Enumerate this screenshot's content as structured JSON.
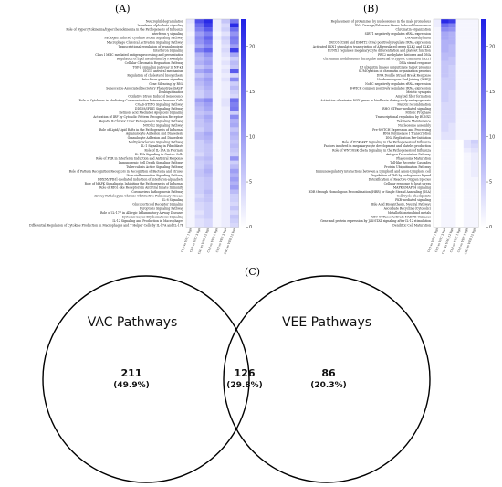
{
  "panels": {
    "a": "(A)",
    "b": "(B)",
    "c": "(C)"
  },
  "chart_data": [
    {
      "type": "heatmap",
      "panel": "(A)",
      "rows": [
        "Neutrophil degranulation",
        "Interferon alpha/beta signaling",
        "Role of Hypercytokinemia/hyperchemokinemia in the Pathogenesis of Influenza",
        "Interferon γ signaling",
        "Pathogen Induced Cytokine Storm Signaling Pathway",
        "Macrophage Classical Activation Signaling Pathway",
        "Transcriptional regulation of granulopoiesis",
        "Interferon Signaling",
        "Class I MHC mediated antigen processing and presentation",
        "Regulation of lipid metabolism by PPARalpha",
        "Cellular Chromatin Regulation Pathway",
        "TGF-β signaling pathway in NF-κB",
        "ISG15 antiviral mechanism",
        "Regulation of cholesterol biosynthesis",
        "Interferon gamma signaling",
        "Gene Silencing by RNA",
        "Senescence-Associated Secretory Phenotype (SASP)",
        "Deubiquitination",
        "Oxidative Stress Induced Senescence",
        "Role of Cytokines in Mediating Communication between Immune Cells",
        "CGAS-STING Signaling Pathway",
        "DDX58/IFIH1 Signaling Pathway",
        "Retinoic acid Mediated Apoptosis Signaling",
        "Activation of IRF by Cytosolic Pattern Recognition Receptors",
        "Hepatic B Chronic Liver Pathogenesis Signaling Pathway",
        "NOD1/2 Signaling Pathway",
        "Role of Lipid/Lipid Rafts in the Pathogenesis of Influenza",
        "Agranulocyte Adhesion and Diapedesis",
        "Granulocyte Adhesion and Diapedesis",
        "Multiple Sclerosis Signaling Pathway",
        "IL-1 Signaling in Fibroblasts",
        "Role of IL-17A in Psoriasis",
        "IL-17A Signaling in Gastric Cells",
        "Role of PKR in Interferon Induction and Antiviral Response",
        "Immunogenic Cell Death Signaling Pathway",
        "Tuberculosis Active Signaling Pathway",
        "Role of Pattern Recognition Receptors in Recognition of Bacteria and Viruses",
        "Neuroinflammation Signaling Pathway",
        "DDX58/IFIH1-mediated induction of interferon-alpha/beta",
        "Role of MAPK Signaling in Inhibiting the Pathogenesis of Influenza",
        "Role of RIG1-like Receptors in Antiviral Innate Immunity",
        "Coronavirus Pathogenesis Pathway",
        "Airway Pathology in Chronic Obstructive Pulmonary Disease",
        "IL-8 Signaling",
        "Glucocorticoid Receptor Signaling",
        "Pyroptosis Signaling Pathway",
        "Role of IL-17F in Allergic Inflammatory Airway Diseases",
        "Systemic Lupus Erythematosus Signaling",
        "IL-12 Signaling and Production in Macrophages",
        "Differential Regulation of Cytokine Production in Macrophages and T Helper Cells by IL-17A and IL-17F"
      ],
      "columns": [
        "Ctrl vs VAC 1 hpi",
        "Ctrl vs VAC 3 hpi",
        "Ctrl vs VAC 12 hpi",
        "Ctrl vs VEE 1 hpi",
        "Ctrl vs VEE 3 hpi",
        "Ctrl vs VEE 12 hpi"
      ],
      "values": [
        [
          3,
          18,
          22,
          2,
          6,
          14
        ],
        [
          2,
          15,
          20,
          2,
          4,
          22
        ],
        [
          2,
          13,
          17,
          2,
          5,
          15
        ],
        [
          1,
          10,
          13,
          1,
          3,
          11
        ],
        [
          2,
          12,
          16,
          2,
          5,
          14
        ],
        [
          2,
          11,
          14,
          1,
          4,
          13
        ],
        [
          1,
          9,
          12,
          1,
          3,
          10
        ],
        [
          1,
          13,
          16,
          1,
          4,
          20
        ],
        [
          1,
          8,
          11,
          1,
          3,
          9
        ],
        [
          1,
          7,
          9,
          1,
          2,
          5
        ],
        [
          1,
          8,
          10,
          1,
          3,
          7
        ],
        [
          1,
          6,
          8,
          1,
          2,
          6
        ],
        [
          1,
          9,
          11,
          1,
          3,
          17
        ],
        [
          1,
          6,
          8,
          1,
          2,
          4
        ],
        [
          1,
          8,
          10,
          1,
          3,
          12
        ],
        [
          1,
          7,
          9,
          1,
          2,
          5
        ],
        [
          1,
          6,
          8,
          1,
          2,
          7
        ],
        [
          1,
          5,
          7,
          1,
          2,
          5
        ],
        [
          1,
          5,
          7,
          1,
          2,
          4
        ],
        [
          1,
          10,
          12,
          1,
          3,
          15
        ],
        [
          1,
          8,
          10,
          1,
          3,
          13
        ],
        [
          1,
          7,
          9,
          1,
          2,
          14
        ],
        [
          1,
          6,
          7,
          1,
          2,
          5
        ],
        [
          1,
          7,
          9,
          1,
          2,
          12
        ],
        [
          1,
          6,
          8,
          1,
          2,
          8
        ],
        [
          1,
          6,
          7,
          1,
          2,
          9
        ],
        [
          1,
          5,
          7,
          1,
          2,
          6
        ],
        [
          1,
          7,
          9,
          1,
          2,
          8
        ],
        [
          1,
          7,
          8,
          1,
          2,
          7
        ],
        [
          1,
          5,
          7,
          1,
          2,
          6
        ],
        [
          1,
          5,
          6,
          1,
          2,
          7
        ],
        [
          1,
          5,
          6,
          1,
          2,
          6
        ],
        [
          1,
          4,
          6,
          1,
          2,
          5
        ],
        [
          1,
          6,
          7,
          1,
          2,
          11
        ],
        [
          1,
          5,
          6,
          1,
          2,
          5
        ],
        [
          1,
          5,
          7,
          1,
          2,
          7
        ],
        [
          1,
          6,
          8,
          1,
          2,
          10
        ],
        [
          1,
          6,
          7,
          1,
          2,
          8
        ],
        [
          1,
          5,
          6,
          1,
          2,
          10
        ],
        [
          1,
          5,
          6,
          1,
          2,
          8
        ],
        [
          1,
          5,
          6,
          1,
          2,
          10
        ],
        [
          1,
          5,
          7,
          1,
          2,
          7
        ],
        [
          1,
          4,
          6,
          1,
          2,
          5
        ],
        [
          1,
          5,
          6,
          1,
          2,
          5
        ],
        [
          1,
          4,
          5,
          1,
          2,
          4
        ],
        [
          1,
          4,
          5,
          1,
          2,
          6
        ],
        [
          1,
          3,
          5,
          1,
          2,
          4
        ],
        [
          1,
          4,
          5,
          1,
          2,
          6
        ],
        [
          1,
          3,
          4,
          1,
          2,
          5
        ],
        [
          1,
          3,
          4,
          1,
          2,
          4
        ]
      ],
      "colorbar": {
        "ticks": [
          0,
          5,
          10,
          15,
          20
        ],
        "range": [
          0,
          23
        ]
      },
      "colors": {
        "low": "#ffffff",
        "high": "#1f20e6"
      }
    },
    {
      "type": "heatmap",
      "panel": "(B)",
      "rows": [
        "Replacement of protamines by nucleosomes in the male pronucleus",
        "DNA Damage/Telomere Stress Induced Senescence",
        "Chromatin organization",
        "SIRT1 negatively regulates rRNA expression",
        "DNA methylation",
        "ERCC6 (CSB) and EHMT2 (G9a) positively regulate rRNA expression",
        "Activated PKN1 stimulates transcription of AR regulated genes KLK2 and KLK3",
        "RUNX1 regulates megakaryocyte differentiation and platelet function",
        "PRC2 methylates histones and DNA",
        "Chromatin modifications during the maternal to zygotic transition (MZT)",
        "DNA strand response",
        "E3 ubiquitin ligases ubiquitinate target proteins",
        "SUMOylation of chromatin organization proteins",
        "DNA Double Strand Break Response",
        "Nonhomologous End-Joining (NHEJ)",
        "NoRC negatively regulates rRNA expression",
        "B-WICH complex positively regulates rRNA expression",
        "Meiotic synapsis",
        "Amyloid fiber formation",
        "Activation of anterior HOX genes in hindbrain during early embryogenesis",
        "Meiotic recombination",
        "RHO GTPase-mediated signaling",
        "Mitotic Prophase",
        "Transcriptional regulation by RUNX1",
        "Telomere Maintenance",
        "Nucleosome assembly",
        "Pre-NOTCH Expression and Processing",
        "RNA Polymerase I Transcription",
        "DNA Replication Pre-Initiation",
        "Role of PI3K/AKT Signaling in the Pathogenesis of Influenza",
        "Factors involved in megakaryocyte development and platelet production",
        "Role of WNT/GSK-3beta Signaling in the Pathogenesis of Influenza",
        "Antigen Presentation Pathway",
        "Phagosome Maturation",
        "Toll-like Receptor Cascades",
        "Protein Ubiquitination Pathway",
        "Immunoregulatory interactions between a Lymphoid and a non-Lymphoid cell",
        "Regulation of TLR by endogenous ligand",
        "Detoxification of Reactive Oxygen Species",
        "Cellular response to heat stress",
        "MAPK6/MAPK4 signaling",
        "HDR through Homologous Recombination (HRR) or Single Strand Annealing (SSA)",
        "Cell Cycle Checkpoints",
        "PKR-mediated signaling",
        "Bile Acid Biosynthesis, Neutral Pathway",
        "Ascorbate Recycling (Cytosolic)",
        "Metallothioneins bind metals",
        "RHO GTPases Activate NADPH Oxidases",
        "Gene and protein expression by JAK-STAT signaling after IL-12 stimulation",
        "Dendritic Cell Maturation"
      ],
      "columns": [
        "Ctrl vs VAC 1 hpi",
        "Ctrl vs VAC 3 hpi",
        "Ctrl vs VAC 12 hpi",
        "Ctrl vs VEE 1 hpi",
        "Ctrl vs VEE 3 hpi",
        "Ctrl vs VEE 12 hpi"
      ],
      "values": [
        [
          2,
          22,
          20,
          1,
          1,
          1
        ],
        [
          2,
          15,
          13,
          1,
          1,
          1
        ],
        [
          1,
          12,
          11,
          1,
          1,
          1
        ],
        [
          1,
          9,
          8,
          1,
          1,
          1
        ],
        [
          1,
          9,
          8,
          1,
          1,
          1
        ],
        [
          1,
          8,
          8,
          1,
          1,
          1
        ],
        [
          1,
          8,
          7,
          1,
          1,
          1
        ],
        [
          1,
          8,
          7,
          1,
          1,
          1
        ],
        [
          1,
          7,
          7,
          1,
          1,
          1
        ],
        [
          1,
          7,
          6,
          1,
          1,
          1
        ],
        [
          1,
          6,
          6,
          1,
          1,
          1
        ],
        [
          1,
          6,
          5,
          1,
          1,
          1
        ],
        [
          1,
          6,
          5,
          1,
          1,
          1
        ],
        [
          1,
          6,
          5,
          1,
          1,
          1
        ],
        [
          1,
          5,
          5,
          1,
          1,
          1
        ],
        [
          1,
          5,
          5,
          1,
          1,
          1
        ],
        [
          1,
          5,
          5,
          1,
          1,
          1
        ],
        [
          1,
          5,
          4,
          1,
          1,
          1
        ],
        [
          1,
          5,
          4,
          1,
          1,
          1
        ],
        [
          1,
          5,
          4,
          1,
          1,
          1
        ],
        [
          1,
          4,
          4,
          1,
          1,
          1
        ],
        [
          1,
          4,
          4,
          1,
          1,
          1
        ],
        [
          1,
          4,
          4,
          1,
          1,
          1
        ],
        [
          1,
          4,
          4,
          1,
          1,
          1
        ],
        [
          1,
          4,
          4,
          1,
          1,
          1
        ],
        [
          1,
          4,
          3,
          1,
          1,
          1
        ],
        [
          1,
          4,
          3,
          1,
          1,
          1
        ],
        [
          1,
          3,
          3,
          1,
          1,
          1
        ],
        [
          1,
          3,
          3,
          1,
          1,
          1
        ],
        [
          0,
          1,
          1,
          0,
          3,
          5
        ],
        [
          0,
          1,
          1,
          0,
          3,
          4
        ],
        [
          0,
          1,
          1,
          0,
          2,
          3
        ],
        [
          0,
          1,
          1,
          0,
          1,
          2
        ],
        [
          0,
          1,
          1,
          0,
          1,
          2
        ],
        [
          0,
          1,
          1,
          0,
          1,
          2
        ],
        [
          0,
          1,
          1,
          0,
          1,
          2
        ],
        [
          0,
          1,
          1,
          0,
          1,
          2
        ],
        [
          0,
          1,
          1,
          0,
          1,
          2
        ],
        [
          0,
          1,
          1,
          0,
          1,
          1
        ],
        [
          0,
          1,
          1,
          0,
          1,
          1
        ],
        [
          0,
          1,
          1,
          0,
          1,
          1
        ],
        [
          0,
          1,
          1,
          0,
          1,
          1
        ],
        [
          0,
          1,
          1,
          0,
          1,
          1
        ],
        [
          0,
          1,
          1,
          0,
          1,
          1
        ],
        [
          0,
          1,
          1,
          0,
          1,
          1
        ],
        [
          0,
          1,
          1,
          0,
          1,
          1
        ],
        [
          0,
          1,
          1,
          0,
          1,
          1
        ],
        [
          0,
          1,
          1,
          0,
          1,
          1
        ],
        [
          0,
          1,
          1,
          0,
          1,
          1
        ],
        [
          0,
          1,
          1,
          0,
          1,
          1
        ]
      ],
      "colorbar": {
        "ticks": [
          0,
          5,
          10,
          15,
          20
        ],
        "range": [
          0,
          23
        ]
      },
      "colors": {
        "low": "#ffffff",
        "high": "#1f20e6"
      }
    },
    {
      "type": "venn",
      "panel": "(C)",
      "sets": [
        {
          "name": "VAC Pathways",
          "only_count": "211",
          "only_percent": "(49.9%)"
        },
        {
          "name": "VEE Pathways",
          "only_count": "86",
          "only_percent": "(20.3%)"
        }
      ],
      "intersection": {
        "count": "126",
        "percent": "(29.8%)"
      }
    }
  ]
}
